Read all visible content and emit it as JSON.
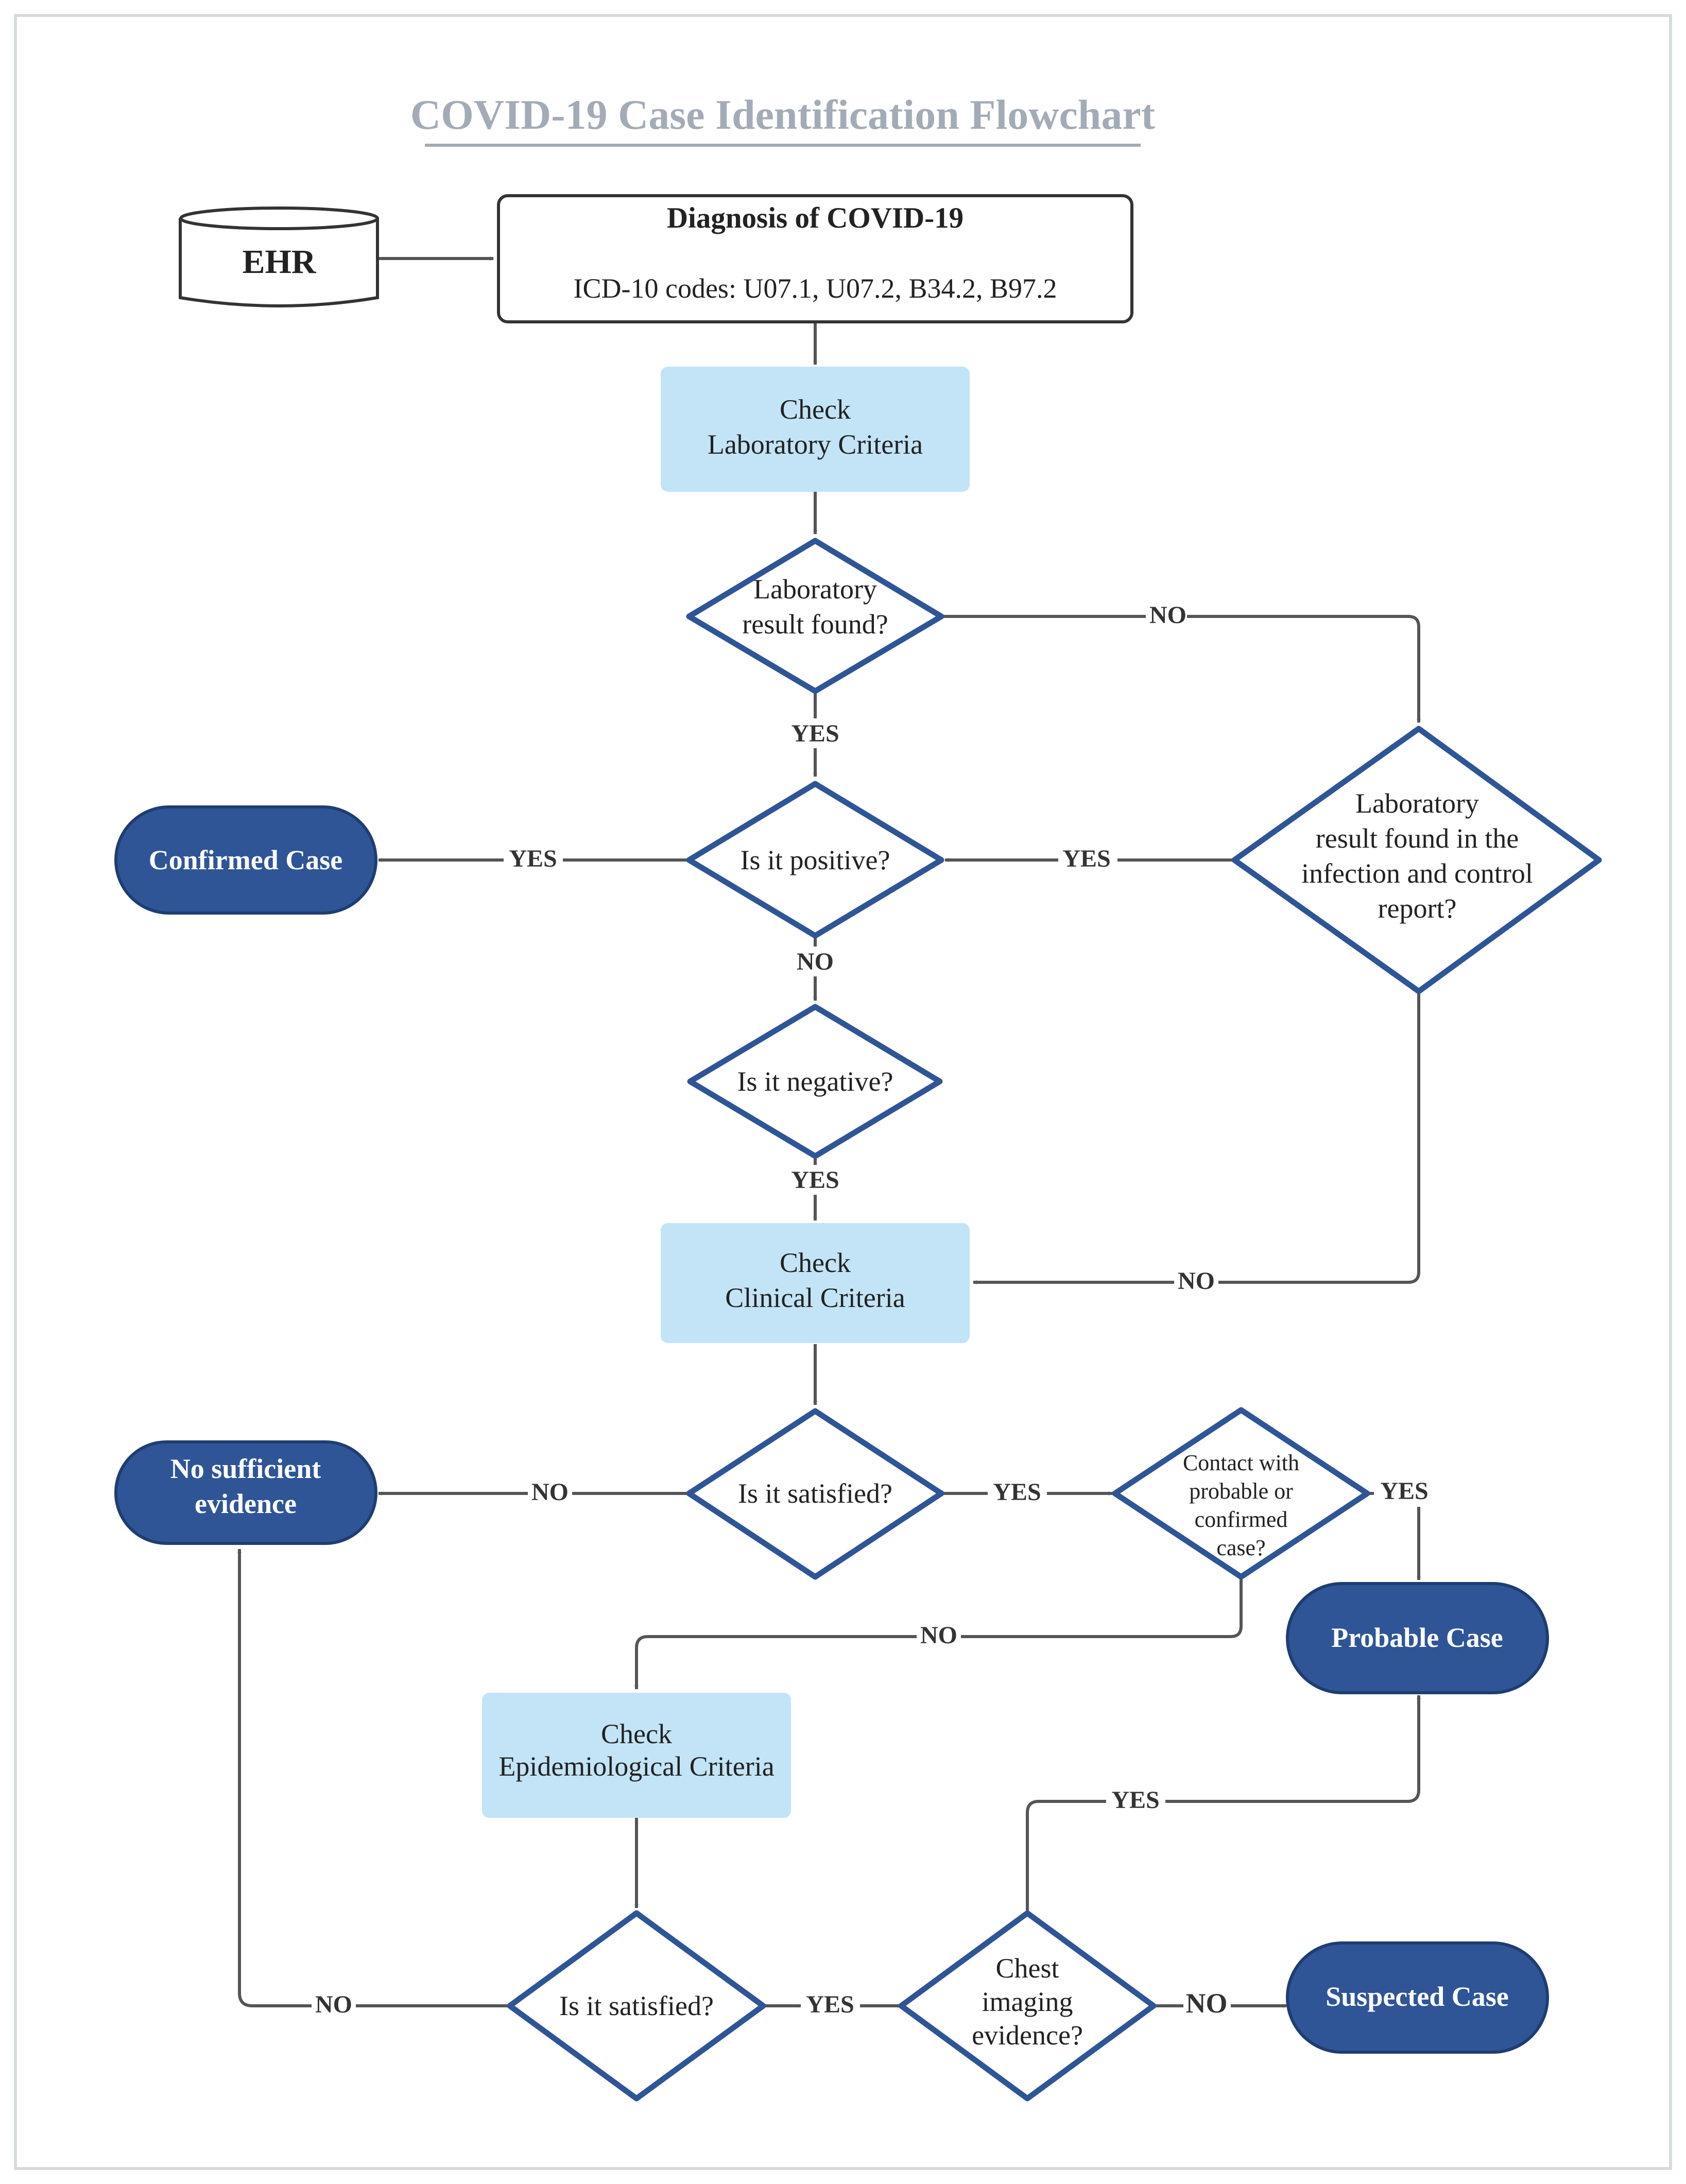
{
  "title": "COVID-19 Case Identification Flowchart",
  "nodes": {
    "ehr": {
      "label": "EHR"
    },
    "diagnosis": {
      "title": "Diagnosis of COVID-19",
      "codes": "ICD-10 codes: U07.1, U07.2, B34.2, B97.2"
    },
    "check_lab": {
      "lines": [
        "Check",
        "Laboratory Criteria"
      ]
    },
    "lab_found": {
      "lines": [
        "Laboratory",
        "result found?"
      ]
    },
    "lab_report": {
      "lines": [
        "Laboratory",
        "result found in the",
        "infection and control",
        "report?"
      ]
    },
    "is_positive": {
      "lines": [
        "Is it positive?"
      ]
    },
    "is_negative": {
      "lines": [
        "Is it negative?"
      ]
    },
    "check_clinical": {
      "lines": [
        "Check",
        "Clinical Criteria"
      ]
    },
    "clinical_satisfied": {
      "lines": [
        "Is it satisfied?"
      ]
    },
    "contact": {
      "lines": [
        "Contact with",
        "probable or",
        "confirmed",
        "case?"
      ]
    },
    "check_epi": {
      "lines": [
        "Check",
        "Epidemiological Criteria"
      ]
    },
    "epi_satisfied": {
      "lines": [
        "Is it satisfied?"
      ]
    },
    "chest_imaging": {
      "lines": [
        "Chest",
        "imaging",
        "evidence?"
      ]
    },
    "confirmed": {
      "lines": [
        "Confirmed Case"
      ]
    },
    "no_evidence": {
      "lines": [
        "No sufficient",
        "evidence"
      ]
    },
    "probable": {
      "lines": [
        "Probable Case"
      ]
    },
    "suspected": {
      "lines": [
        "Suspected Case"
      ]
    }
  },
  "edges": [
    {
      "from": "ehr",
      "to": "diagnosis",
      "label": ""
    },
    {
      "from": "diagnosis",
      "to": "check_lab",
      "label": ""
    },
    {
      "from": "check_lab",
      "to": "lab_found",
      "label": ""
    },
    {
      "from": "lab_found",
      "to": "lab_report",
      "label": "NO"
    },
    {
      "from": "lab_found",
      "to": "is_positive",
      "label": "YES"
    },
    {
      "from": "lab_report",
      "to": "is_positive",
      "label": "YES"
    },
    {
      "from": "is_positive",
      "to": "confirmed",
      "label": "YES"
    },
    {
      "from": "is_positive",
      "to": "is_negative",
      "label": "NO"
    },
    {
      "from": "is_negative",
      "to": "check_clinical",
      "label": "YES"
    },
    {
      "from": "lab_report",
      "to": "check_clinical",
      "label": "NO"
    },
    {
      "from": "check_clinical",
      "to": "clinical_satisfied",
      "label": ""
    },
    {
      "from": "clinical_satisfied",
      "to": "no_evidence",
      "label": "NO"
    },
    {
      "from": "clinical_satisfied",
      "to": "contact",
      "label": "YES"
    },
    {
      "from": "contact",
      "to": "probable",
      "label": "YES"
    },
    {
      "from": "contact",
      "to": "check_epi",
      "label": "NO"
    },
    {
      "from": "check_epi",
      "to": "epi_satisfied",
      "label": ""
    },
    {
      "from": "epi_satisfied",
      "to": "no_evidence",
      "label": "NO"
    },
    {
      "from": "epi_satisfied",
      "to": "chest_imaging",
      "label": "YES"
    },
    {
      "from": "chest_imaging",
      "to": "probable",
      "label": "YES"
    },
    {
      "from": "chest_imaging",
      "to": "suspected",
      "label": "NO"
    }
  ],
  "colors": {
    "title": "#a3acb6",
    "process_fill": "#c3e4f7",
    "decision_stroke": "#2f5597",
    "terminal_fill": "#2f5597",
    "connector": "#555555"
  }
}
